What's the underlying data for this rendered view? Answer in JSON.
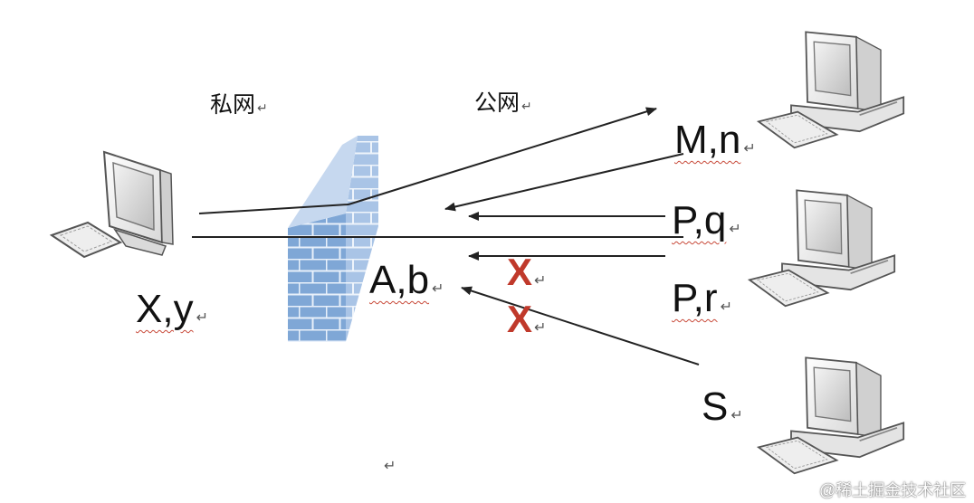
{
  "zones": {
    "private": "私网",
    "public": "公网"
  },
  "nodes": {
    "local": "X,y",
    "nat": "A,b",
    "remote_1": "M,n",
    "remote_2": "P,q",
    "remote_3": "P,r",
    "remote_4": "S"
  },
  "blocked_marks": [
    "X",
    "X"
  ],
  "return_mark": "↵",
  "watermark": "@稀土掘金技术社区",
  "icons": [
    "computer-icon",
    "firewall-icon"
  ],
  "colors": {
    "firewall": "#7fa7d6",
    "blocked": "#c0392b",
    "line": "#222222"
  }
}
